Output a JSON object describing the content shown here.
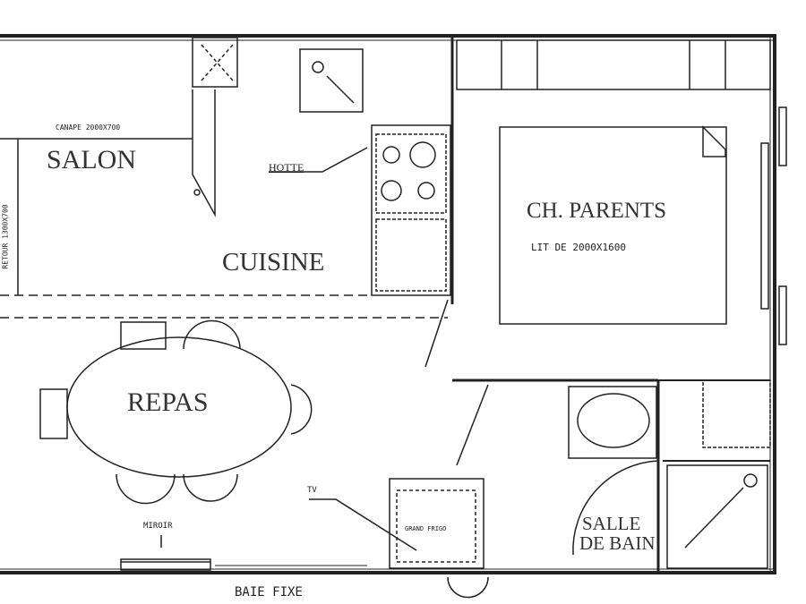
{
  "rooms": {
    "salon": "SALON",
    "cuisine": "CUISINE",
    "repas": "REPAS",
    "parents": "CH. PARENTS",
    "salle_de_bain_1": "SALLE",
    "salle_de_bain_2": "DE BAIN"
  },
  "annotations": {
    "canape": "CANAPE 2000X700",
    "retour": "RETOUR 1300X700",
    "hotte": "HOTTE",
    "lit": "LIT DE 2000X1600",
    "tv": "TV",
    "frigo": "GRAND FRIGO",
    "miroir": "MIROIR",
    "baie": "BAIE FIXE"
  }
}
